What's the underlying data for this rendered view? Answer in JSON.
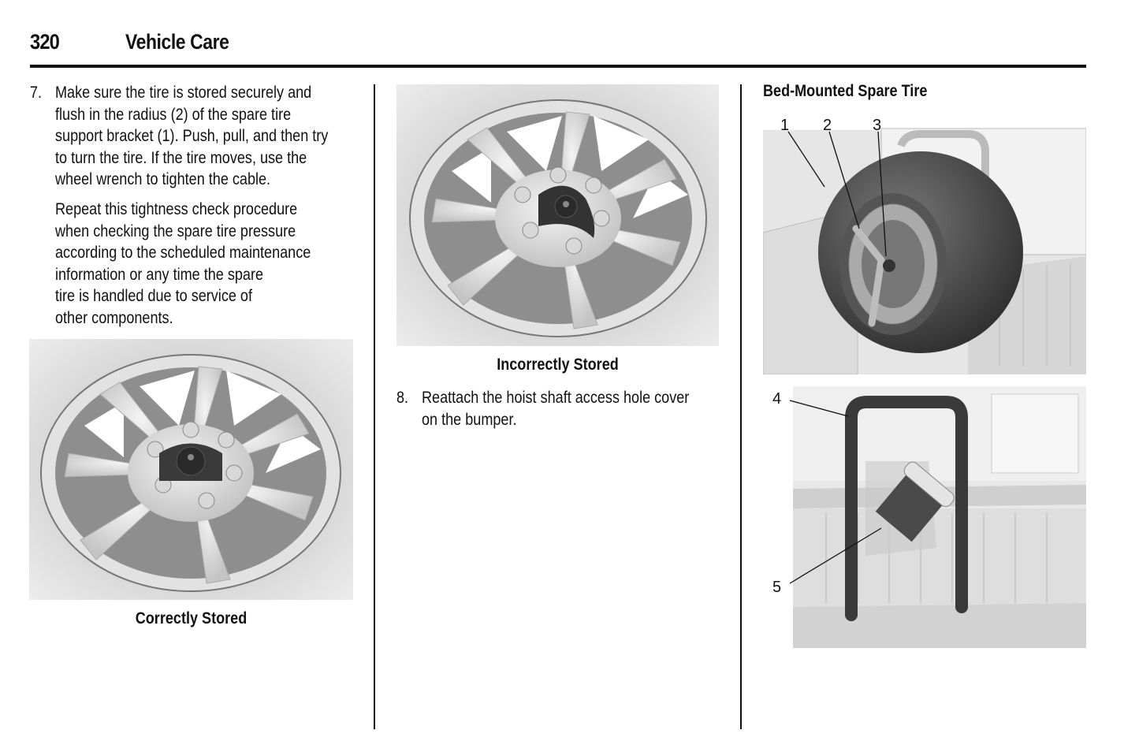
{
  "header": {
    "page_number": "320",
    "section_title": "Vehicle Care"
  },
  "column1": {
    "step7": {
      "number": "7.",
      "lines": [
        "Make sure the tire is stored securely and",
        "flush in the radius (2) of the spare tire",
        "support bracket (1). Push, pull, and then try",
        "to turn the tire. If the tire moves, use the",
        "wheel wrench to tighten the cable."
      ]
    },
    "repeat_paragraph": [
      "Repeat this tightness check procedure",
      "when checking the spare tire pressure",
      "according to the scheduled maintenance",
      "information or any time the spare",
      "tire is handled due to service of",
      "other components."
    ],
    "figure_caption": "Correctly Stored"
  },
  "column2": {
    "figure_caption": "Incorrectly Stored",
    "step8": {
      "number": "8.",
      "lines": [
        "Reattach the hoist shaft access hole cover",
        "on the bumper."
      ]
    }
  },
  "column3": {
    "heading": "Bed-Mounted Spare Tire",
    "figure1_callouts": [
      "1",
      "2",
      "3"
    ],
    "figure2_callouts": [
      "4",
      "5"
    ]
  }
}
